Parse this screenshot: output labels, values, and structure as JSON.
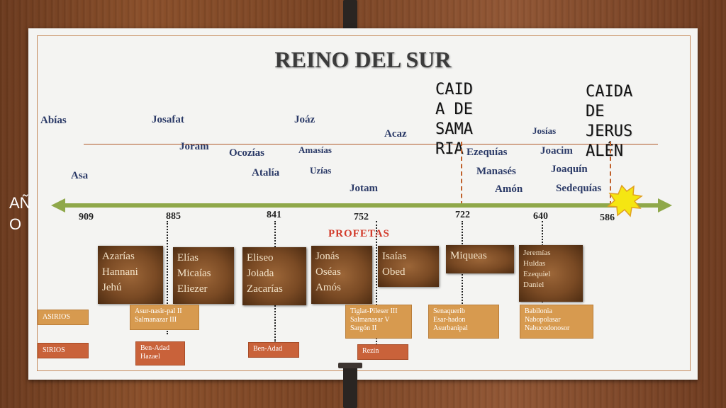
{
  "title": "REINO DEL SUR",
  "kings": {
    "abias": "Abías",
    "asa": "Asa",
    "josafat": "Josafat",
    "joram": "Joram",
    "ocozias": "Ocozías",
    "atalia": "Atalía",
    "joaz": "Joáz",
    "amasias": "Amasías",
    "uzias": "Uzías",
    "jotam": "Jotam",
    "acaz": "Acaz",
    "ezequias": "Ezequías",
    "manases": "Manasés",
    "amon": "Amón",
    "josias": "Josías",
    "joacim": "Joacim",
    "joaquin": "Joaquín",
    "sedequias": "Sedequías"
  },
  "events": {
    "samaria": "CAID\nA DE\nSAMA\nRIA",
    "jerusalen": "CAIDA\nDE\nJERUS\nALÉN"
  },
  "side_text": "AÑ\nO",
  "years": [
    "909",
    "885",
    "841",
    "752",
    "722",
    "640",
    "586"
  ],
  "profetas_label": "PROFETAS",
  "prophets": [
    "Azarías\nHannani\nJehú",
    "Elías\nMicaías\nEliezer",
    "Eliseo\nJoiada\nZacarías",
    "Jonás\nOséas\nAmós",
    "Isaías\nObed",
    "Miqueas",
    "Jeremías\nHuldas\nEzequiel\nDaniel"
  ],
  "asirios_label": "ASIRIOS",
  "sirios_label": "SIRIOS",
  "asirios": [
    "Asur-nasir-pal II\nSalmanazar III",
    "Tiglat-Pileser III\nSalmanasar V\nSargón II",
    "Senaquerib\nEsar-hadon\nAsurbanipal",
    "Babilonia\nNabopolasar\nNabucodonosor"
  ],
  "sirios": [
    "Ben-Adad\nHazael",
    "Ben-Adad",
    "Rezín"
  ],
  "colors": {
    "timeline": "#8fa84a",
    "king_text": "#2b3a67",
    "profetas": "#d23a2a",
    "enemy_box": "#d79a4f",
    "star": "#f5e612"
  }
}
